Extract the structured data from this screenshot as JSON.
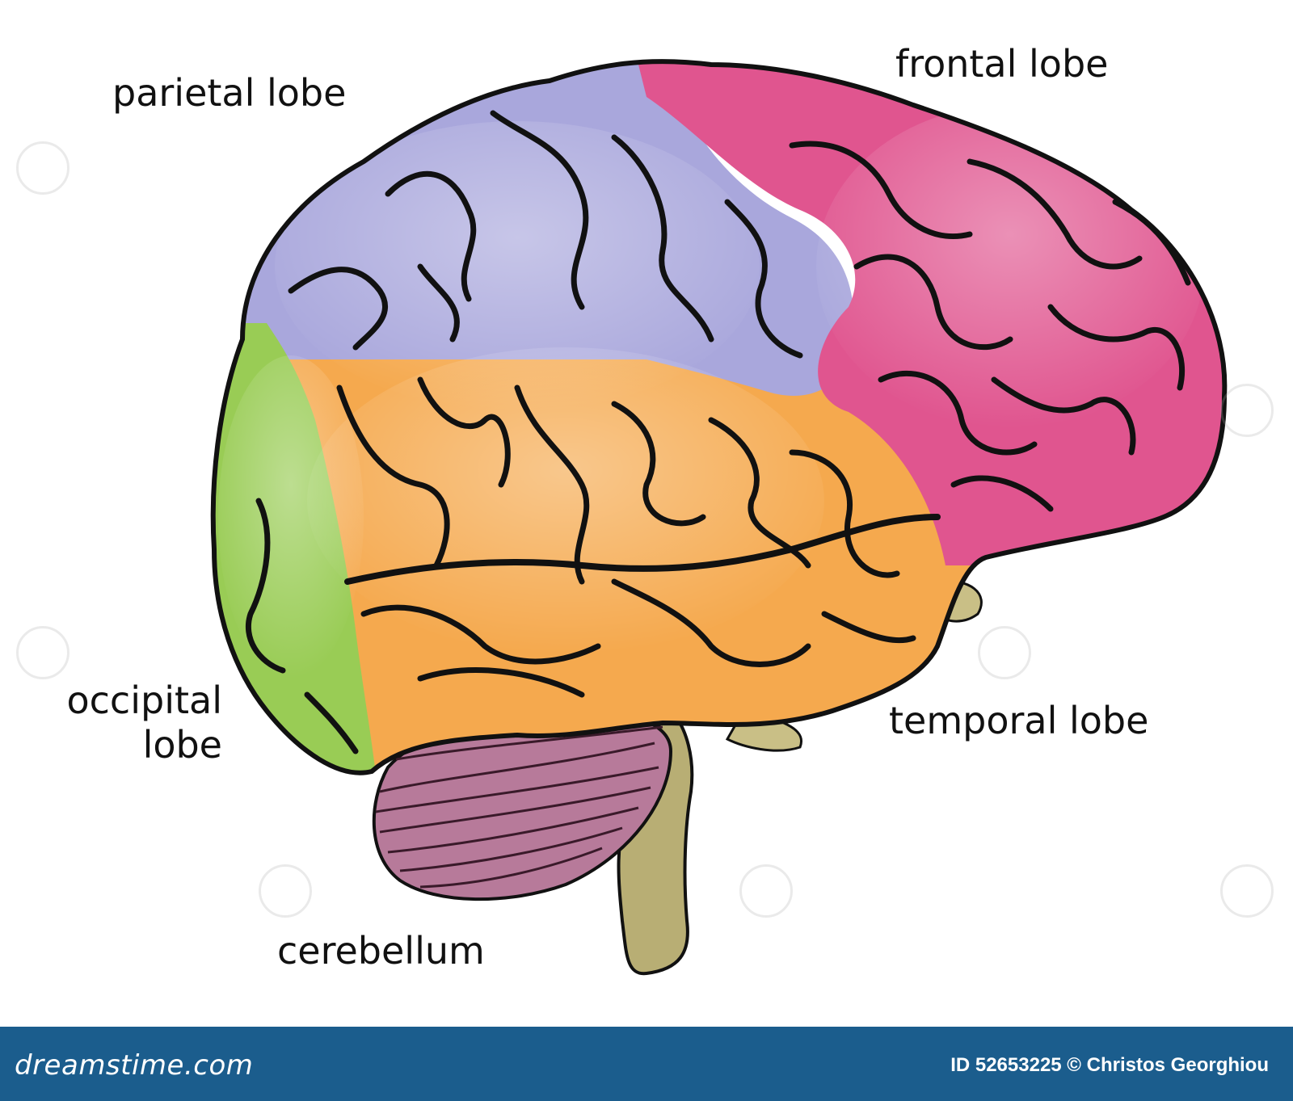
{
  "labels": {
    "parietal": "parietal lobe",
    "frontal": "frontal lobe",
    "occipital_line1": "occipital",
    "occipital_line2": "lobe",
    "temporal": "temporal lobe",
    "cerebellum": "cerebellum"
  },
  "colors": {
    "frontal": "#e0558f",
    "parietal": "#a9a7dc",
    "temporal": "#f5a94e",
    "occipital": "#99cc55",
    "cerebellum": "#b77a9a",
    "brainstem": "#b8ae74",
    "outline": "#111111",
    "footer": "#1b5d8d"
  },
  "footer": {
    "site": "dreamstime.com",
    "credit": "ID 52653225 © Christos Georghiou"
  }
}
